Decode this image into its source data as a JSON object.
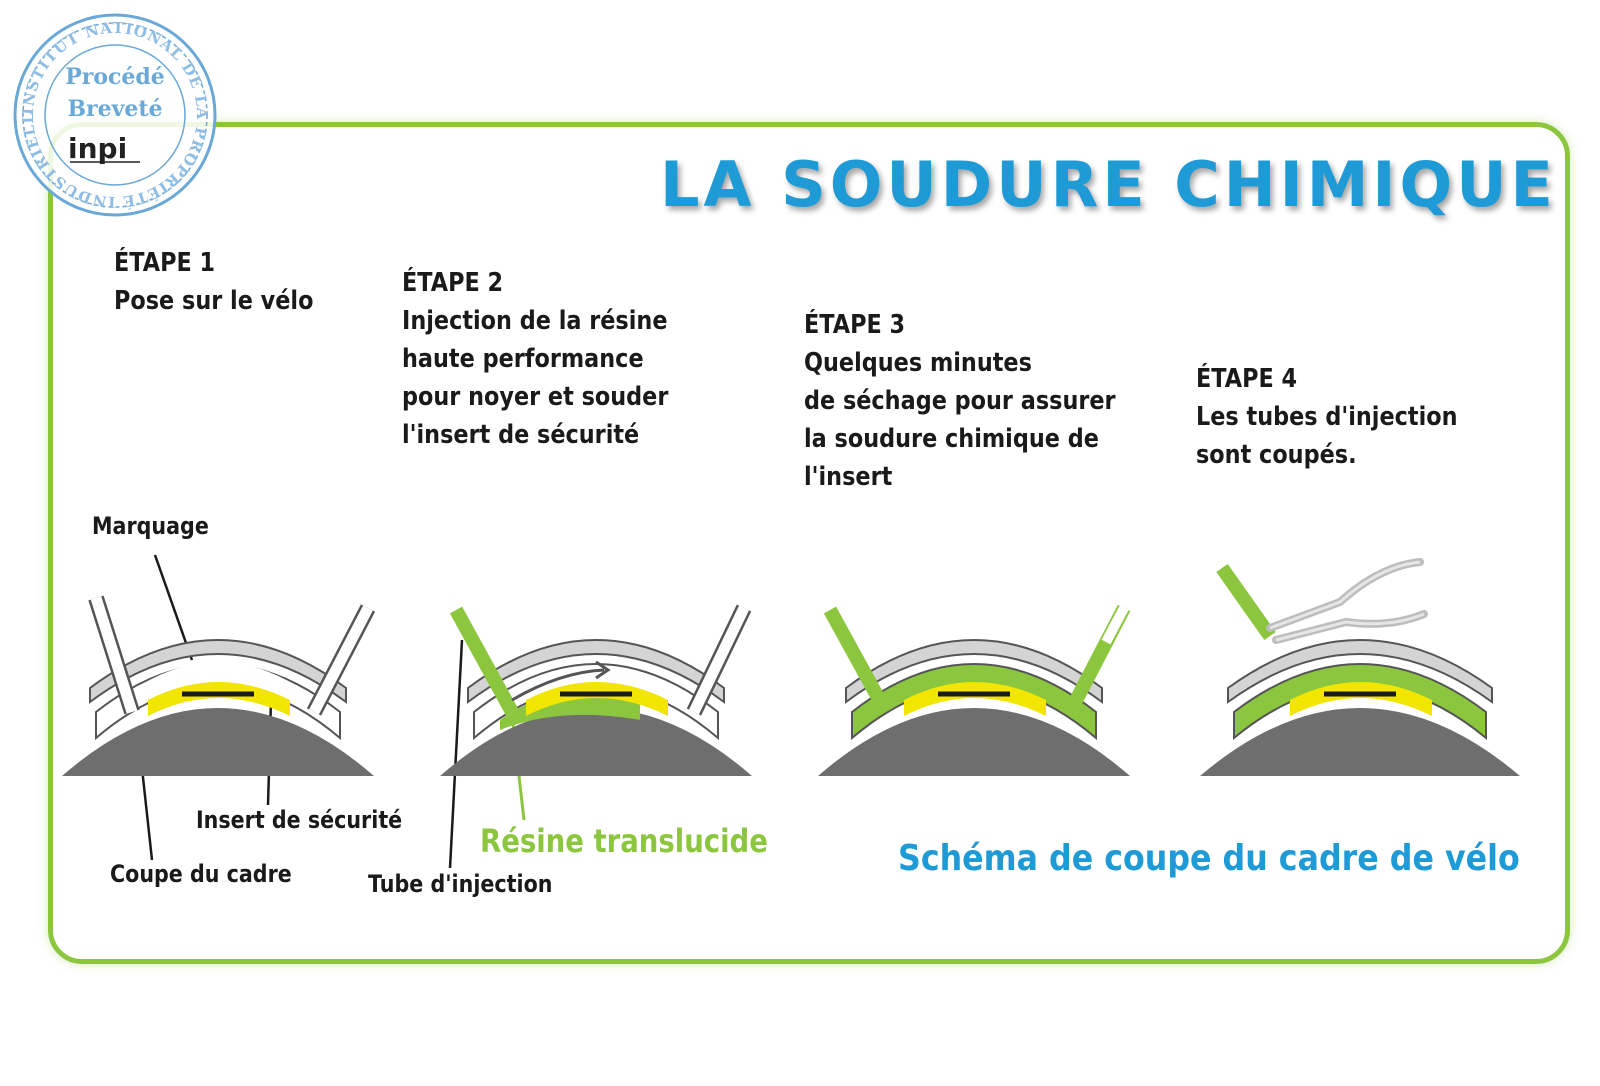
{
  "title": "LA SOUDURE CHIMIQUE",
  "stamp": {
    "line1": "Procédé",
    "line2": "Breveté",
    "logo": "inpi",
    "ring_text": "INSTITUT NATIONAL DE LA PROPRIÉTÉ INDUSTRIELLE"
  },
  "steps": [
    {
      "title": "ÉTAPE 1",
      "desc": "Pose sur le vélo"
    },
    {
      "title": "ÉTAPE 2",
      "desc": "Injection de la résine\nhaute performance\npour noyer et souder\nl'insert de sécurité"
    },
    {
      "title": "ÉTAPE 3",
      "desc": "Quelques minutes\nde séchage pour assurer\nla soudure chimique de\nl'insert"
    },
    {
      "title": "ÉTAPE 4",
      "desc": "Les tubes d'injection\nsont coupés."
    }
  ],
  "labels": {
    "marquage": "Marquage",
    "insert": "Insert de sécurité",
    "coupe": "Coupe du cadre",
    "tube": "Tube d'injection",
    "resine": "Résine translucide",
    "caption": "Schéma de coupe du cadre de vélo"
  },
  "colors": {
    "frame_border": "#8cc63f",
    "title": "#1e9ad6",
    "resin": "#8cc63f",
    "insert": "#f2e500",
    "frame_tube": "#6e6e6e",
    "marking": "#d4d4d4",
    "stamp": "#6aa8d8"
  }
}
